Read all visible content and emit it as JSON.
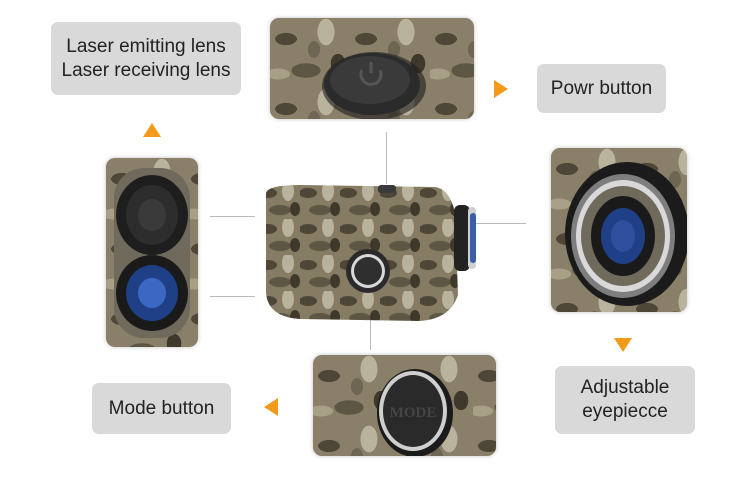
{
  "labels": {
    "laser": [
      "Laser emitting lens",
      "Laser receiving lens"
    ],
    "power": "Powr button",
    "mode": "Mode button",
    "eyepiece": [
      "Adjustable",
      "eyepiecce"
    ]
  },
  "mode_button_text": "MODE",
  "colors": {
    "arrow": "#f39a1b",
    "label_bg": "#d9d9d9"
  }
}
